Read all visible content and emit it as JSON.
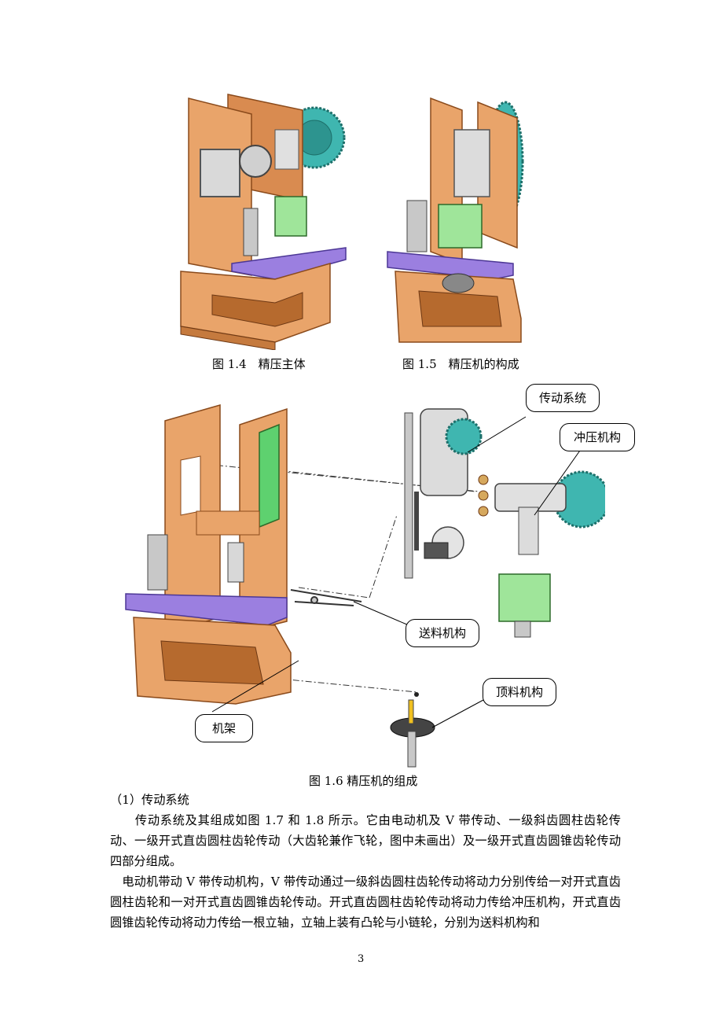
{
  "figures": {
    "fig14_caption": "图 1.4　精压主体",
    "fig15_caption": "图 1.5　精压机的构成",
    "fig16_caption": "图 1.6 精压机的组成",
    "callouts": {
      "transmission": "传动系统",
      "stamping": "冲压机构",
      "feeding": "送料机构",
      "frame": "机架",
      "ejector": "顶料机构"
    }
  },
  "section": {
    "heading": "（1）传动系统",
    "paragraph1": "　　传动系统及其组成如图 1.7 和 1.8 所示。它由电动机及 V 带传动、一级斜齿圆柱齿轮传动、一级开式直齿圆柱齿轮传动（大齿轮兼作飞轮，图中未画出）及一级开式直齿圆锥齿轮传动四部分组成。",
    "paragraph2": "　电动机带动 V 带传动机构，V 带传动通过一级斜齿圆柱齿轮传动将动力分别传给一对开式直齿圆柱齿轮和一对开式直齿圆锥齿轮传动。开式直齿圆柱齿轮传动将动力传给冲压机构，开式直齿圆锥齿轮传动将动力传给一根立轴，立轴上装有凸轮与小链轮，分别为送料机构和"
  },
  "page_number": "3",
  "colors": {
    "frame_orange": "#e9a46a",
    "frame_dark": "#b66a2e",
    "table_purple": "#9b7fe0",
    "gear_teal": "#3fb6b0",
    "green_block": "#9fe59a",
    "gray_part": "#c8c8c8"
  }
}
